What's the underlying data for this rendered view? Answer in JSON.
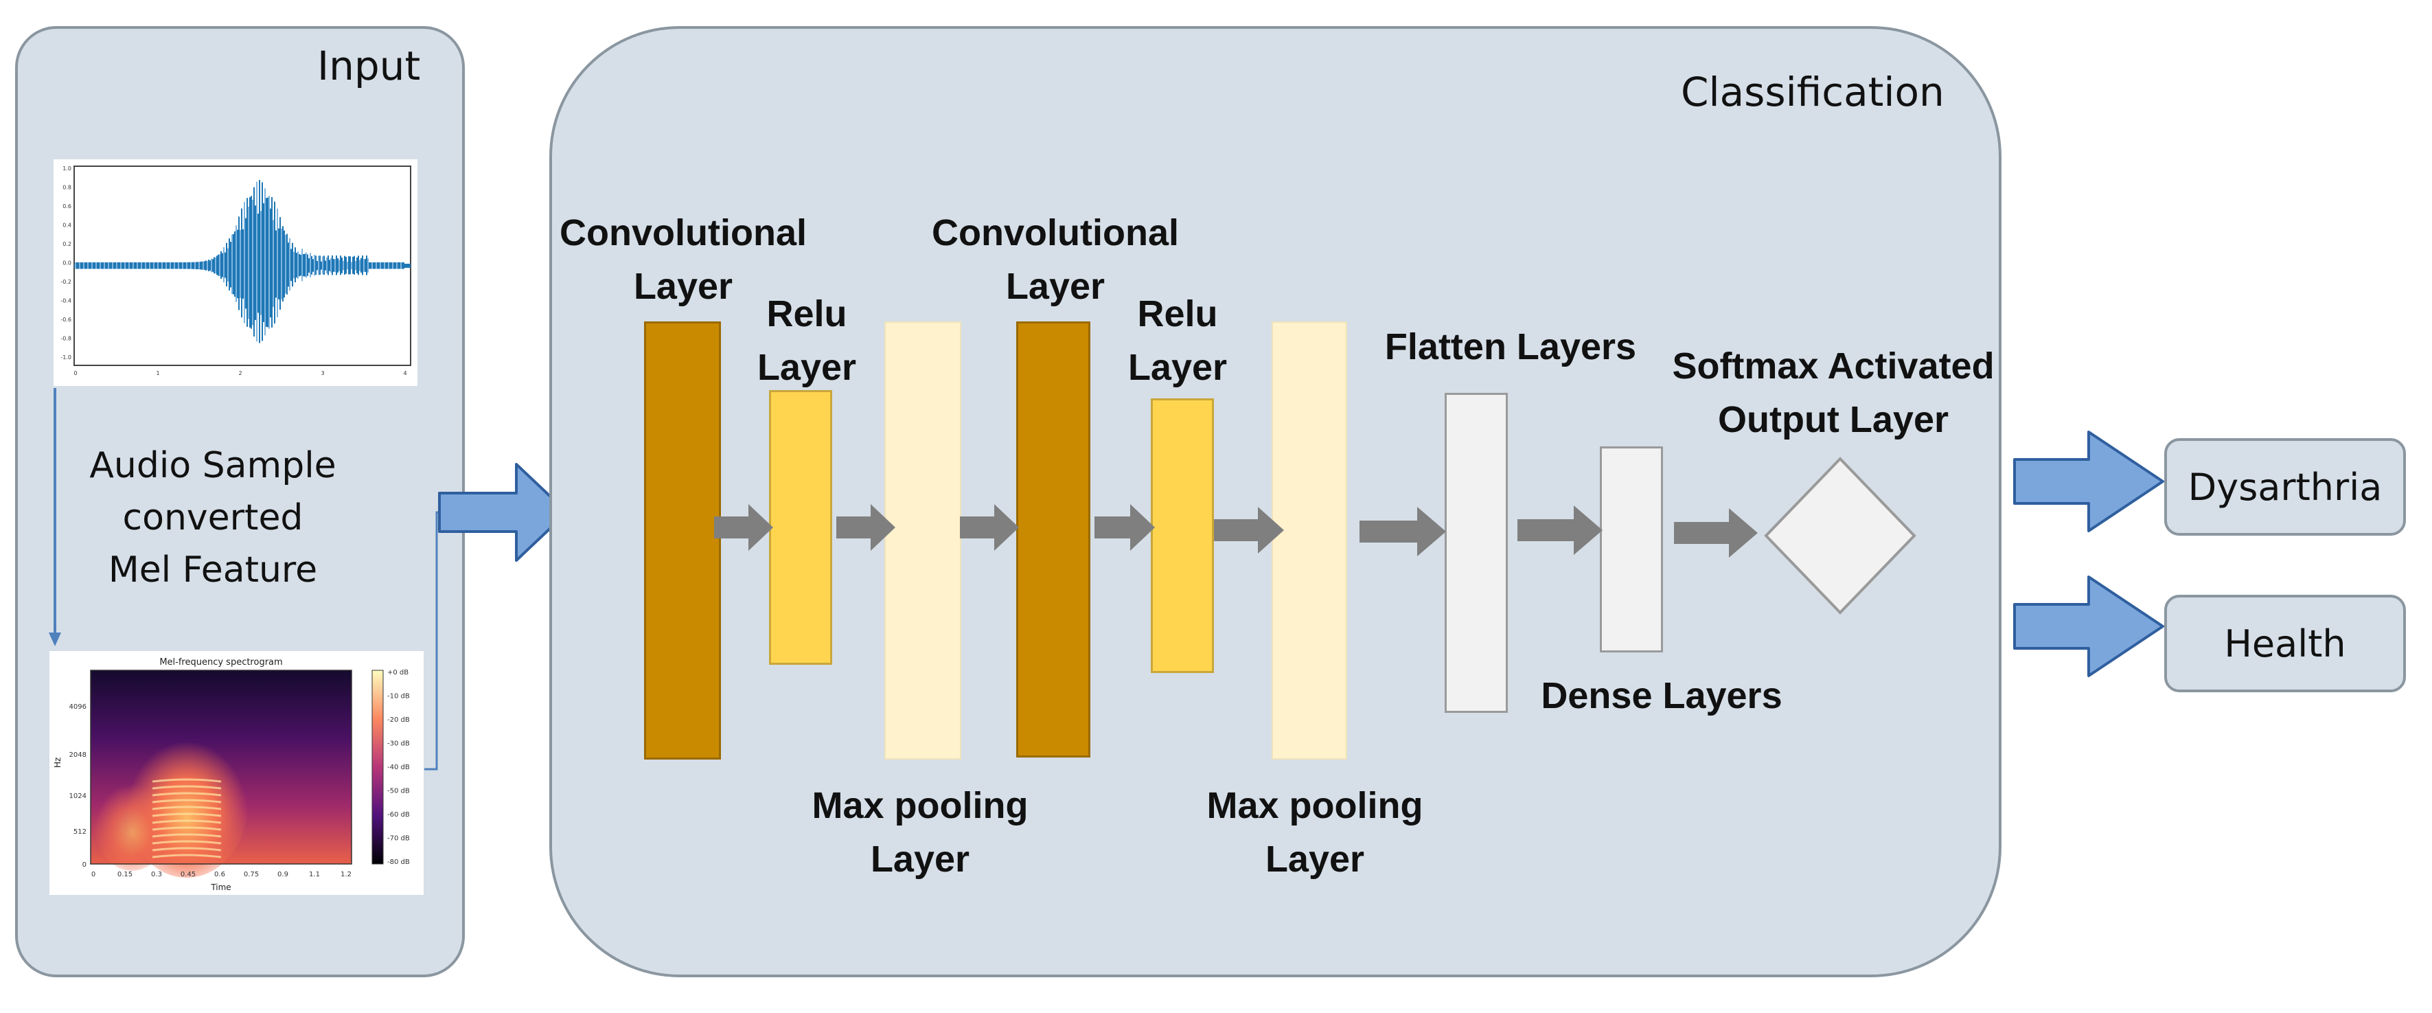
{
  "input_panel": {
    "title": "Input",
    "caption_lines": [
      "Audio Sample",
      "converted",
      "Mel Feature"
    ],
    "waveform": {
      "y_ticks": [
        "1.0",
        "0.8",
        "0.6",
        "0.4",
        "0.2",
        "0.0",
        "-0.2",
        "-0.4",
        "-0.6",
        "-0.8",
        "-1.0"
      ],
      "x_ticks": [
        "0",
        "1",
        "2",
        "3",
        "4"
      ]
    },
    "spectrogram": {
      "title": "Mel-frequency spectrogram",
      "ylabel": "Hz",
      "xlabel": "Time",
      "y_ticks": [
        "4096",
        "2048",
        "1024",
        "512",
        "0"
      ],
      "x_ticks": [
        "0",
        "0.15",
        "0.3",
        "0.45",
        "0.6",
        "0.75",
        "0.9",
        "1.1",
        "1.2"
      ],
      "colorbar_ticks": [
        "+0 dB",
        "-10 dB",
        "-20 dB",
        "-30 dB",
        "-40 dB",
        "-50 dB",
        "-60 dB",
        "-70 dB",
        "-80 dB"
      ]
    }
  },
  "classification_panel": {
    "title": "Classification",
    "layers": {
      "conv1": [
        "Convolutional",
        "Layer"
      ],
      "relu1": [
        "Relu",
        "Layer"
      ],
      "pool1": [
        "Max pooling",
        "Layer"
      ],
      "conv2": [
        "Convolutional",
        "Layer"
      ],
      "relu2": [
        "Relu",
        "Layer"
      ],
      "pool2": [
        "Max pooling",
        "Layer"
      ],
      "flatten": "Flatten Layers",
      "dense": "Dense Layers",
      "softmax": [
        "Softmax Activated",
        "Output Layer"
      ]
    }
  },
  "outputs": [
    "Dysarthria",
    "Health"
  ],
  "colors": {
    "panel": "#d6dfe8",
    "panel_border": "#8a96a0",
    "conv": "#c98a00",
    "relu": "#ffd54f",
    "pool": "#fff2cc",
    "dense": "#f2f2f2",
    "gray_arrow": "#7f7f7f",
    "blue_arrow": "#7aa6dc"
  }
}
